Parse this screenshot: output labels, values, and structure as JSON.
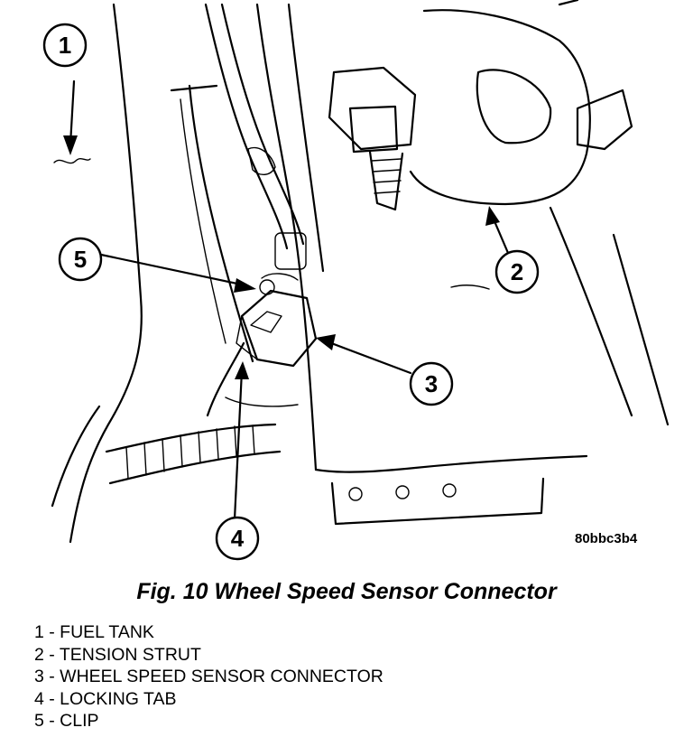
{
  "figure": {
    "caption": "Fig. 10 Wheel Speed Sensor Connector",
    "image_ref": "80bbc3b4",
    "callouts": [
      {
        "num": "1"
      },
      {
        "num": "2"
      },
      {
        "num": "3"
      },
      {
        "num": "4"
      },
      {
        "num": "5"
      }
    ]
  },
  "legend": [
    {
      "text": "1 - FUEL TANK"
    },
    {
      "text": "2 - TENSION STRUT"
    },
    {
      "text": "3 - WHEEL SPEED SENSOR CONNECTOR"
    },
    {
      "text": "4 - LOCKING TAB"
    },
    {
      "text": "5 - CLIP"
    }
  ]
}
